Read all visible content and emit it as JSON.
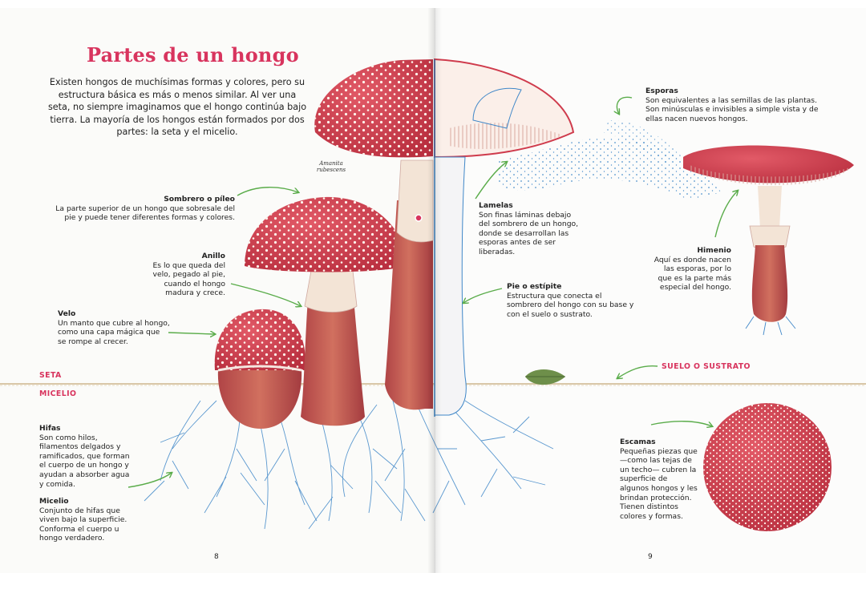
{
  "title": "Partes de un hongo",
  "intro": "Existen hongos de muchísimas formas y colores, pero su estructura básica es más o menos similar. Al ver una seta, no siempre imaginamos que el hongo continúa bajo tierra. La mayoría de los hongos están formados por dos partes: la seta y el micelio.",
  "species_label": "Amanita rubescens",
  "sections": {
    "seta": "SETA",
    "micelio": "MICELIO",
    "suelo": "SUELO O SUSTRATO"
  },
  "labels": {
    "sombrero": {
      "title": "Sombrero o píleo",
      "text": "La parte superior de un hongo que sobresale del pie y puede tener diferentes formas y colores."
    },
    "anillo": {
      "title": "Anillo",
      "text": "Es lo que queda del velo, pegado al pie, cuando el hongo madura y crece."
    },
    "velo": {
      "title": "Velo",
      "text": "Un manto que cubre al hongo, como una capa mágica que se rompe al crecer."
    },
    "lamelas": {
      "title": "Lamelas",
      "text": "Son finas láminas debajo del sombrero de un hongo, donde se desarrollan las esporas antes de ser liberadas."
    },
    "pie": {
      "title": "Pie o estípite",
      "text": "Estructura que conecta el sombrero del hongo con su base y con el suelo o sustrato."
    },
    "esporas": {
      "title": "Esporas",
      "text": "Son equivalentes a las semillas de las plantas. Son minúsculas e invisibles a simple vista y de ellas nacen nuevos hongos."
    },
    "himenio": {
      "title": "Himenio",
      "text": "Aquí es donde nacen las esporas, por lo que es la parte más especial del hongo."
    },
    "hifas": {
      "title": "Hifas",
      "text": "Son como hilos, filamentos delgados y ramificados, que forman el cuerpo de un hongo y ayudan a absorber agua y comida."
    },
    "micelio": {
      "title": "Micelio",
      "text": "Conjunto de hifas que viven bajo la superficie. Conforma el cuerpo u hongo verdadero."
    },
    "escamas": {
      "title": "Escamas",
      "text": "Pequeñas piezas que —como las tejas de un techo— cubren la superficie de algunos hongos y les brindan protección. Tienen distintos colores y formas."
    }
  },
  "page_numbers": {
    "left": "8",
    "right": "9"
  },
  "colors": {
    "accent": "#d8345e",
    "arrow": "#5aac4a",
    "cap_red": "#cf3b4c",
    "stem_red": "#b8484a",
    "hyphae_blue": "#3f87c8",
    "ground": "#d9c7a8"
  }
}
